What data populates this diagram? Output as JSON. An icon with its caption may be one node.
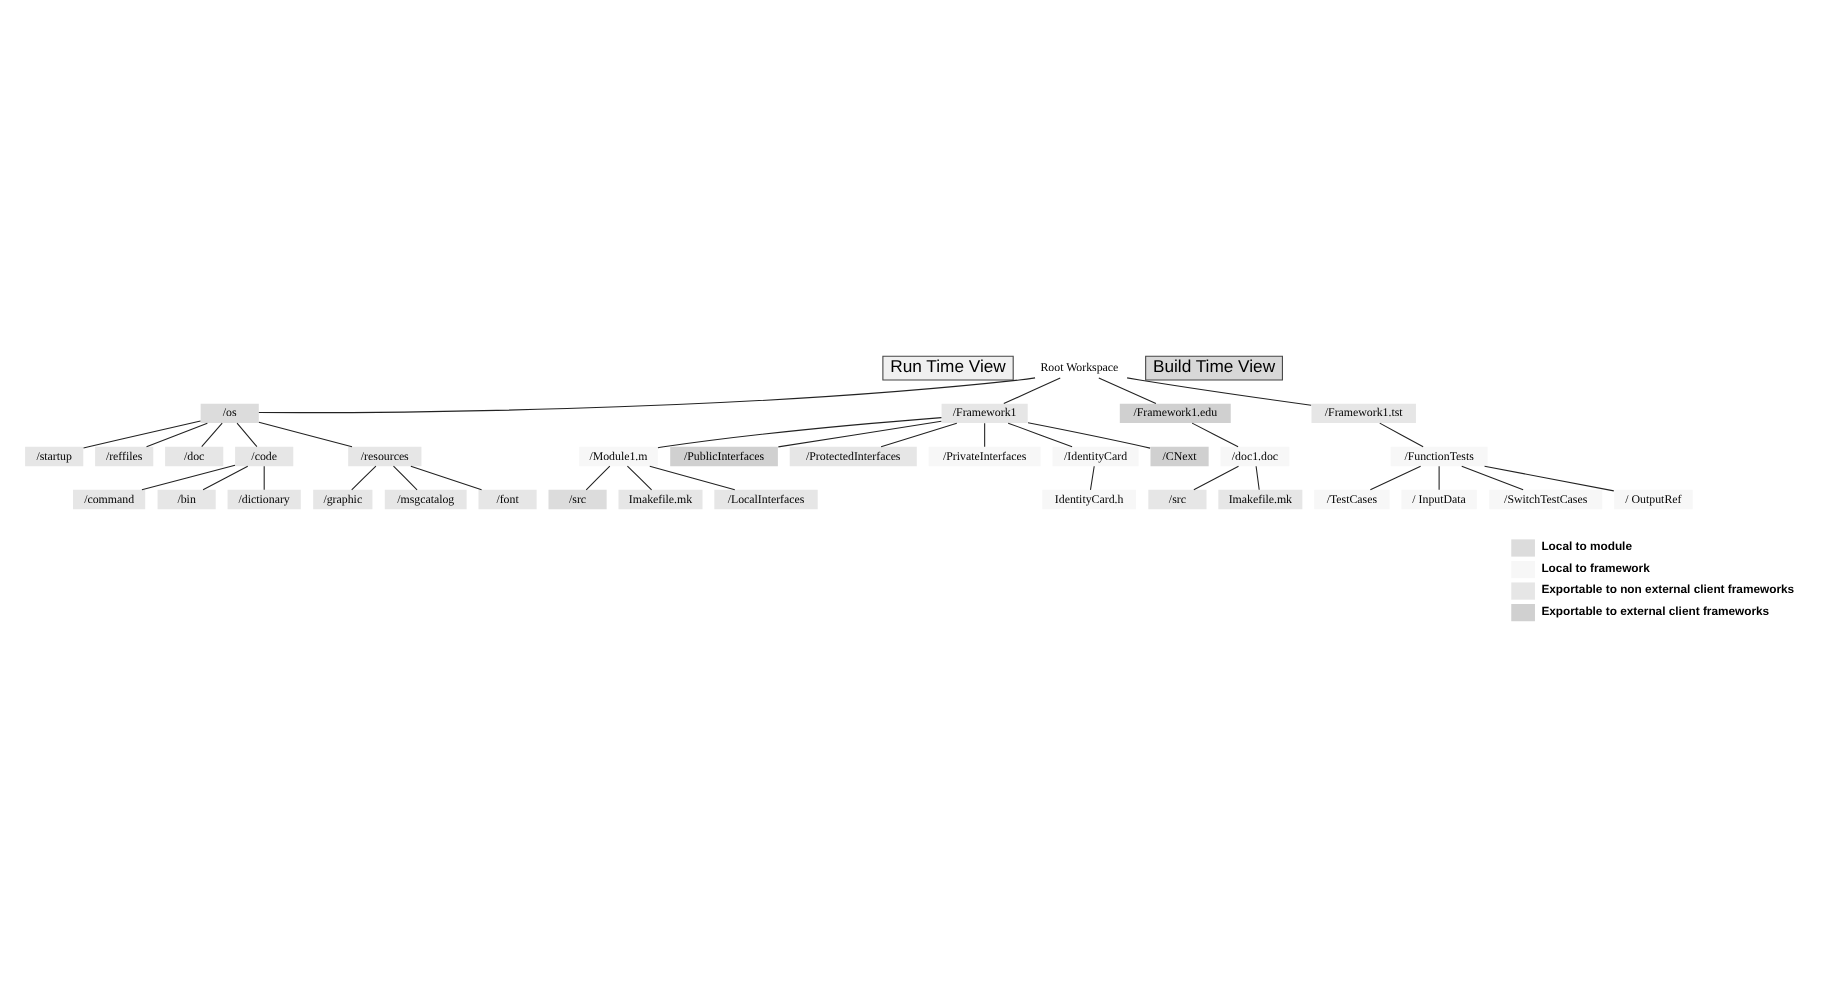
{
  "diagram": {
    "nodes": [
      {
        "text": [
          "Run Time View"
        ]
      },
      {
        "text": [
          "Root Workspace"
        ]
      },
      {
        "text": [
          "Build Time View"
        ]
      },
      {
        "text": [
          "/os"
        ]
      },
      {
        "text": [
          "/Framework1"
        ]
      },
      {
        "text": [
          "/Framework1.edu"
        ]
      },
      {
        "text": [
          "/Framework1.tst"
        ]
      },
      {
        "text": [
          "/startup"
        ]
      },
      {
        "text": [
          "/reffiles"
        ]
      },
      {
        "text": [
          "/doc"
        ]
      },
      {
        "text": [
          "/code"
        ]
      },
      {
        "text": [
          "/resources"
        ]
      },
      {
        "text": [
          "/graphic"
        ]
      },
      {
        "text": [
          "/msgcatalog"
        ]
      },
      {
        "text": [
          "/font"
        ]
      },
      {
        "text": [
          "/command"
        ]
      },
      {
        "text": [
          "/bin"
        ]
      },
      {
        "text": [
          "/dictionary"
        ]
      },
      {
        "text": [
          "/Module1.m"
        ]
      },
      {
        "text": [
          "/PublicInterfaces"
        ]
      },
      {
        "text": [
          "/ProtectedInterfaces"
        ]
      },
      {
        "text": [
          "/PrivateInterfaces"
        ]
      },
      {
        "text": [
          "/IdentityCard"
        ]
      },
      {
        "text": [
          "/CNext"
        ]
      },
      {
        "text": [
          "/src"
        ]
      },
      {
        "text": [
          "Imakefile.mk"
        ]
      },
      {
        "text": [
          "/LocalInterfaces"
        ]
      },
      {
        "text": [
          "IdentityCard.h"
        ]
      },
      {
        "text": [
          "/doc1.doc"
        ]
      },
      {
        "text": [
          "/src"
        ]
      },
      {
        "text": [
          "Imakefile.mk"
        ]
      },
      {
        "text": [
          "/FunctionTests"
        ]
      },
      {
        "text": [
          "/TestCases"
        ]
      },
      {
        "text": [
          "/ InputData"
        ]
      },
      {
        "text": [
          "/SwitchTestCases"
        ]
      },
      {
        "text": [
          "/ OutputRef"
        ]
      }
    ],
    "edges": [
      {
        "from": 1,
        "to": 3,
        "arrow": "none"
      },
      {
        "from": 1,
        "to": 4,
        "arrow": "none"
      },
      {
        "from": 1,
        "to": 5,
        "arrow": "none"
      },
      {
        "from": 1,
        "to": 6,
        "arrow": "none"
      },
      {
        "from": 3,
        "to": 7,
        "arrow": "none"
      },
      {
        "from": 3,
        "to": 10,
        "arrow": "none"
      },
      {
        "from": 3,
        "to": 8,
        "arrow": "none"
      },
      {
        "from": 3,
        "to": 11,
        "arrow": "none"
      },
      {
        "from": 3,
        "to": 9,
        "arrow": "none"
      },
      {
        "from": 11,
        "to": 12,
        "arrow": "none"
      },
      {
        "from": 11,
        "to": 13,
        "arrow": "none"
      },
      {
        "from": 11,
        "to": 14,
        "arrow": "none"
      },
      {
        "from": 10,
        "to": 15,
        "arrow": "none"
      },
      {
        "from": 10,
        "to": 16,
        "arrow": "none"
      },
      {
        "from": 10,
        "to": 17,
        "arrow": "none"
      },
      {
        "from": 4,
        "to": 18,
        "arrow": "none"
      },
      {
        "from": 4,
        "to": 21,
        "arrow": "none"
      },
      {
        "from": 4,
        "to": 20,
        "arrow": "none"
      },
      {
        "from": 4,
        "to": 19,
        "arrow": "none"
      },
      {
        "from": 4,
        "to": 22,
        "arrow": "none"
      },
      {
        "from": 4,
        "to": 23,
        "arrow": "none"
      },
      {
        "from": 18,
        "to": 24,
        "arrow": "none"
      },
      {
        "from": 18,
        "to": 26,
        "arrow": "none"
      },
      {
        "from": 18,
        "to": 25,
        "arrow": "none"
      },
      {
        "from": 22,
        "to": 27,
        "arrow": "none"
      },
      {
        "from": 5,
        "to": 28,
        "arrow": "none"
      },
      {
        "from": 28,
        "to": 29,
        "arrow": "none"
      },
      {
        "from": 28,
        "to": 30,
        "arrow": "none"
      },
      {
        "from": 6,
        "to": 31,
        "arrow": "none"
      },
      {
        "from": 31,
        "to": 32,
        "arrow": "none"
      },
      {
        "from": 31,
        "to": 33,
        "arrow": "none"
      },
      {
        "from": 31,
        "to": 34,
        "arrow": "none"
      },
      {
        "from": 31,
        "to": 35,
        "arrow": "none"
      }
    ],
    "legend": [
      {
        "text": "Local to module",
        "color": "#dcdcdc"
      },
      {
        "text": "Local to framework",
        "color": "#f7f7f7"
      },
      {
        "text": "Exportable to non external client frameworks",
        "color": "#e6e6e6"
      },
      {
        "text": "Exportable to external client frameworks",
        "color": "#d0d0d0"
      }
    ]
  }
}
